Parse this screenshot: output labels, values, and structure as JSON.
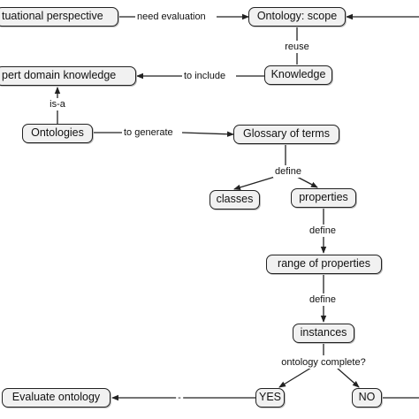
{
  "nodes": {
    "situational_perspective": "tuational perspective",
    "ontology_scope": "Ontology: scope",
    "knowledge": "Knowledge",
    "expert_domain_knowledge": "pert domain knowledge",
    "ontologies": "Ontologies",
    "glossary_of_terms": "Glossary of terms",
    "classes": "classes",
    "properties": "properties",
    "range_of_properties": "range of properties",
    "instances": "instances",
    "evaluate_ontology": "Evaluate ontology",
    "yes": "YES",
    "no": "NO"
  },
  "links": {
    "need_evaluation": "need evaluation",
    "reuse": "reuse",
    "to_include": "to include",
    "is_a": "is-a",
    "to_generate": "to generate",
    "define_1": "define",
    "define_2": "define",
    "define_3": "define",
    "ontology_complete": "ontology complete?",
    "yes_to_evaluate": "-"
  },
  "colors": {
    "node_fill": "#f1f1f1",
    "node_border": "#222222",
    "line": "#222222",
    "background": "#ffffff"
  }
}
